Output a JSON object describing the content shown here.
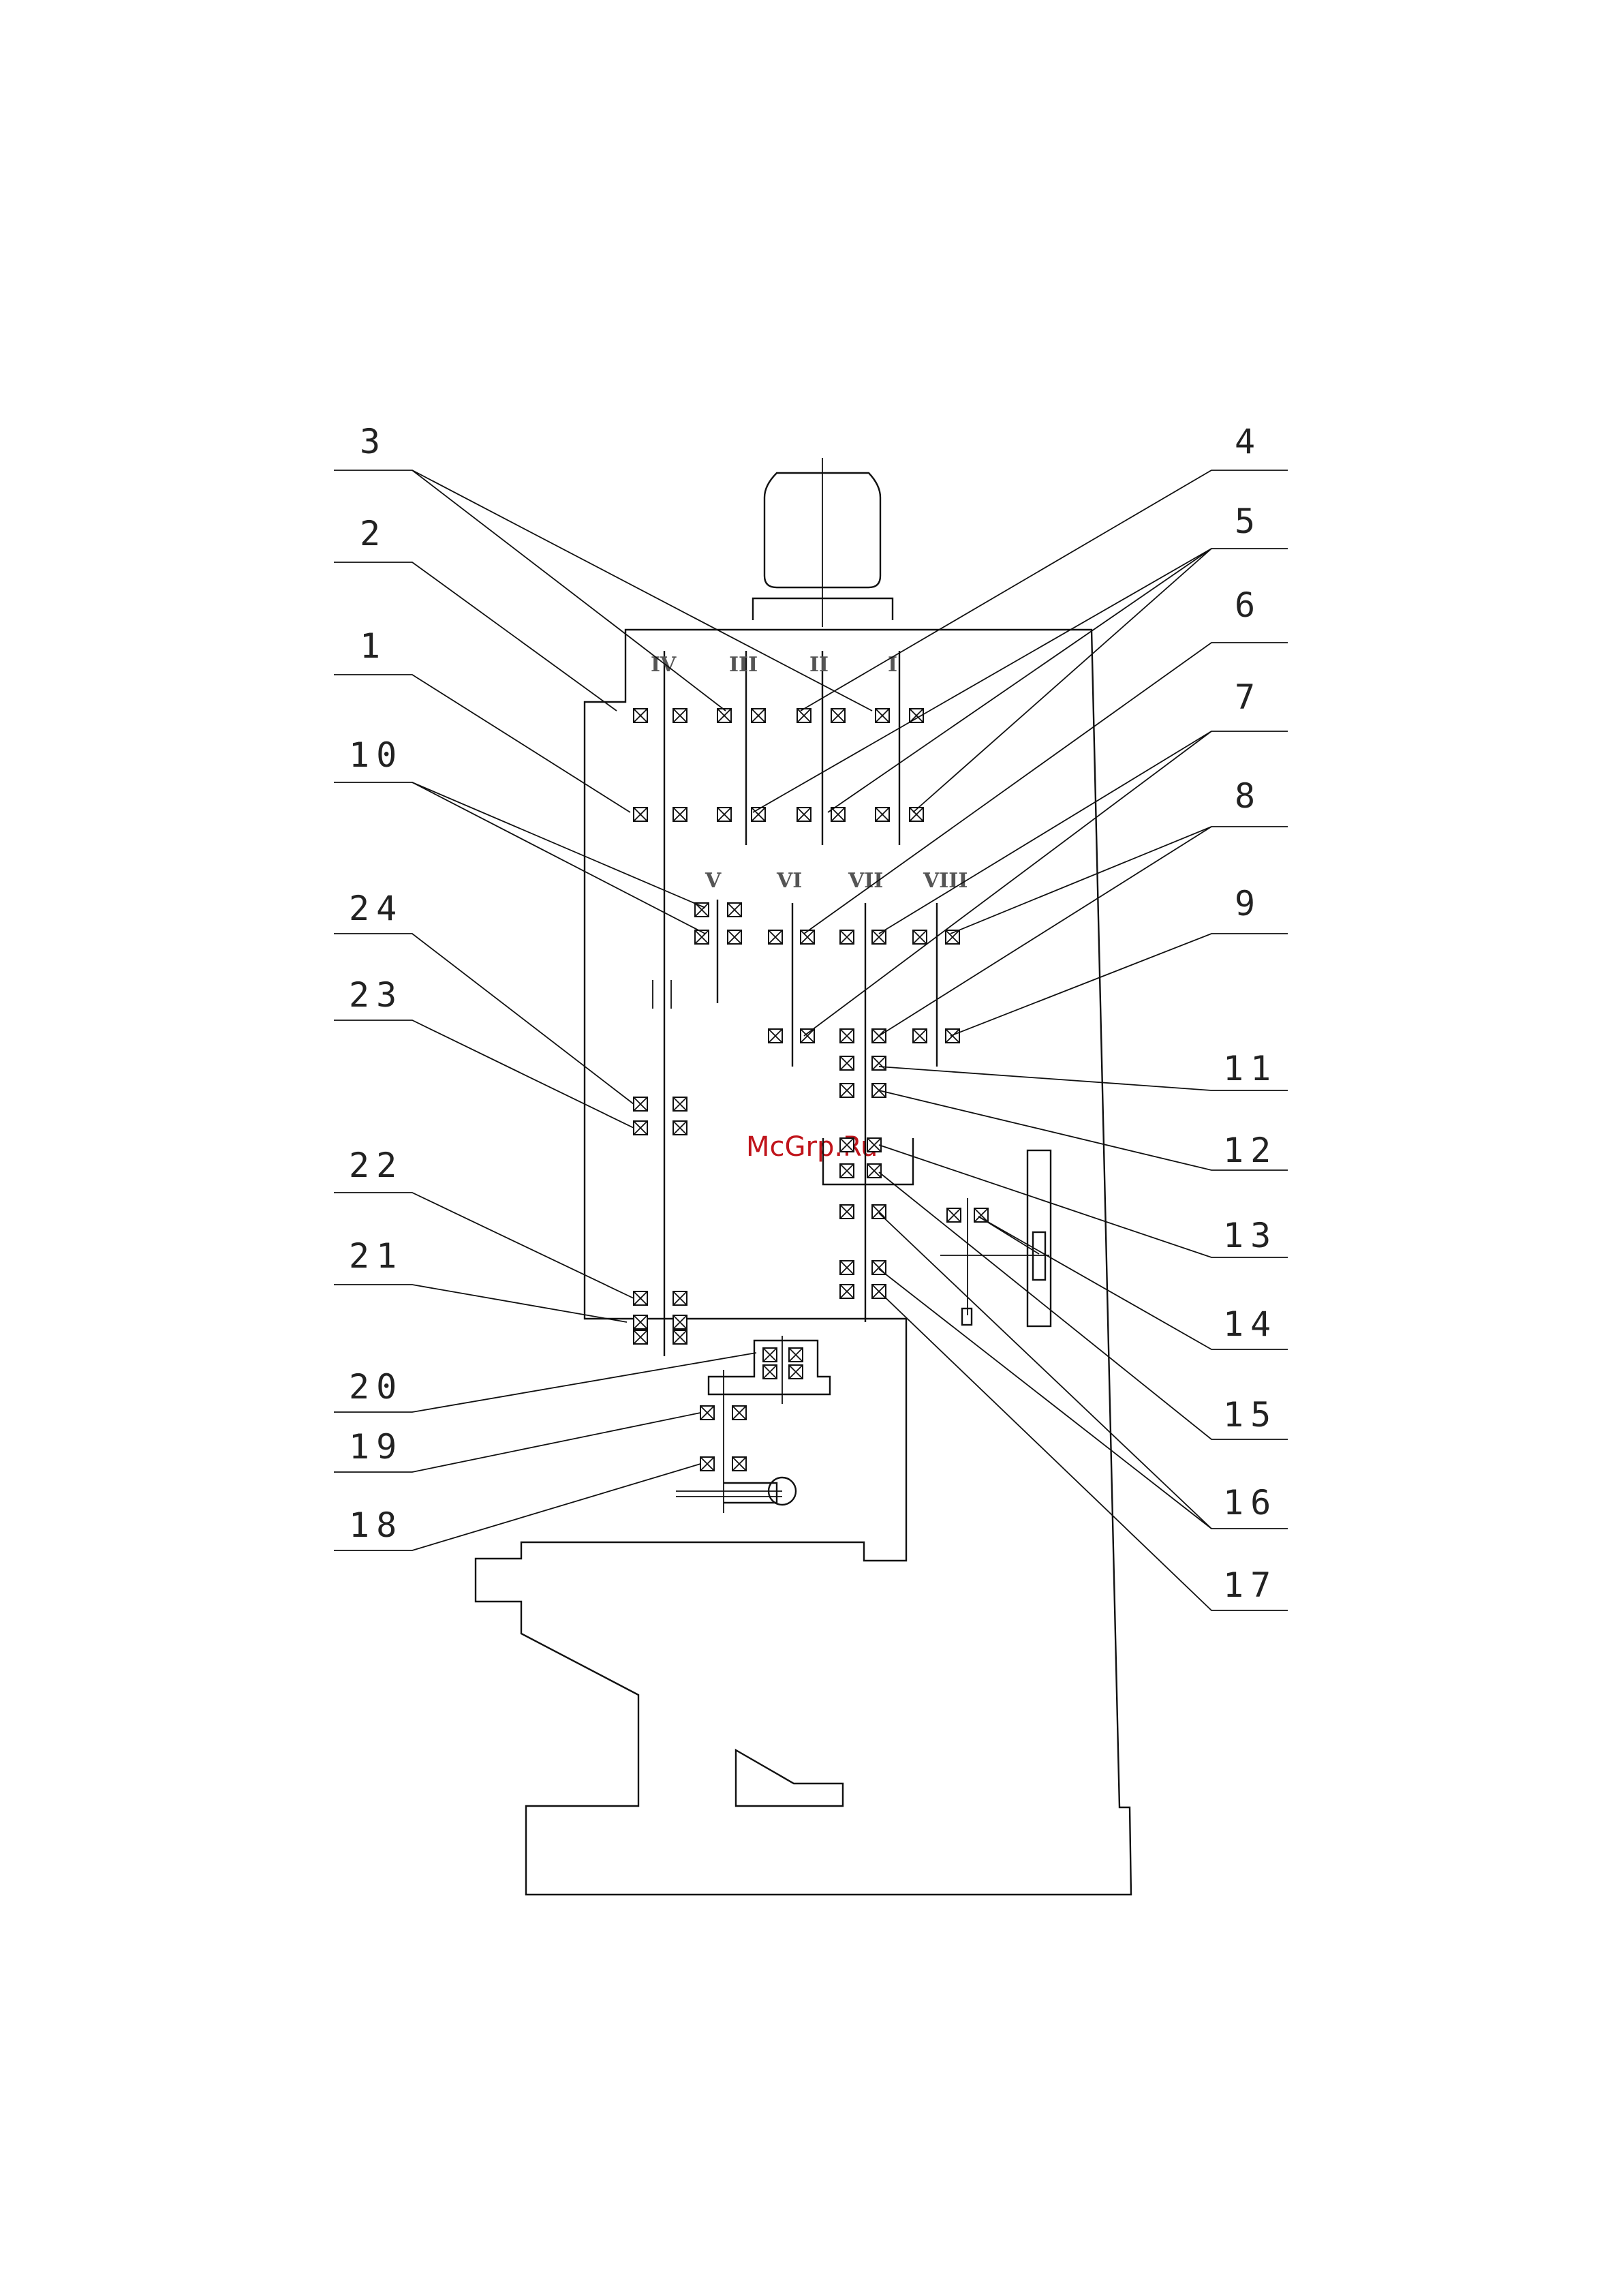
{
  "watermark": "McGrp.Ru",
  "colors": {
    "line": "#111111",
    "watermark": "#c0141b",
    "background": "#ffffff"
  },
  "callouts": {
    "left": [
      "3",
      "2",
      "1",
      "10",
      "24",
      "23",
      "22",
      "21",
      "20",
      "19",
      "18"
    ],
    "right": [
      "4",
      "5",
      "6",
      "7",
      "8",
      "9",
      "11",
      "12",
      "13",
      "14",
      "15",
      "16",
      "17"
    ]
  },
  "shaft_labels": {
    "top": [
      "IV",
      "III",
      "II",
      "I"
    ],
    "middle": [
      "V",
      "VI",
      "VII",
      "VIII"
    ]
  }
}
